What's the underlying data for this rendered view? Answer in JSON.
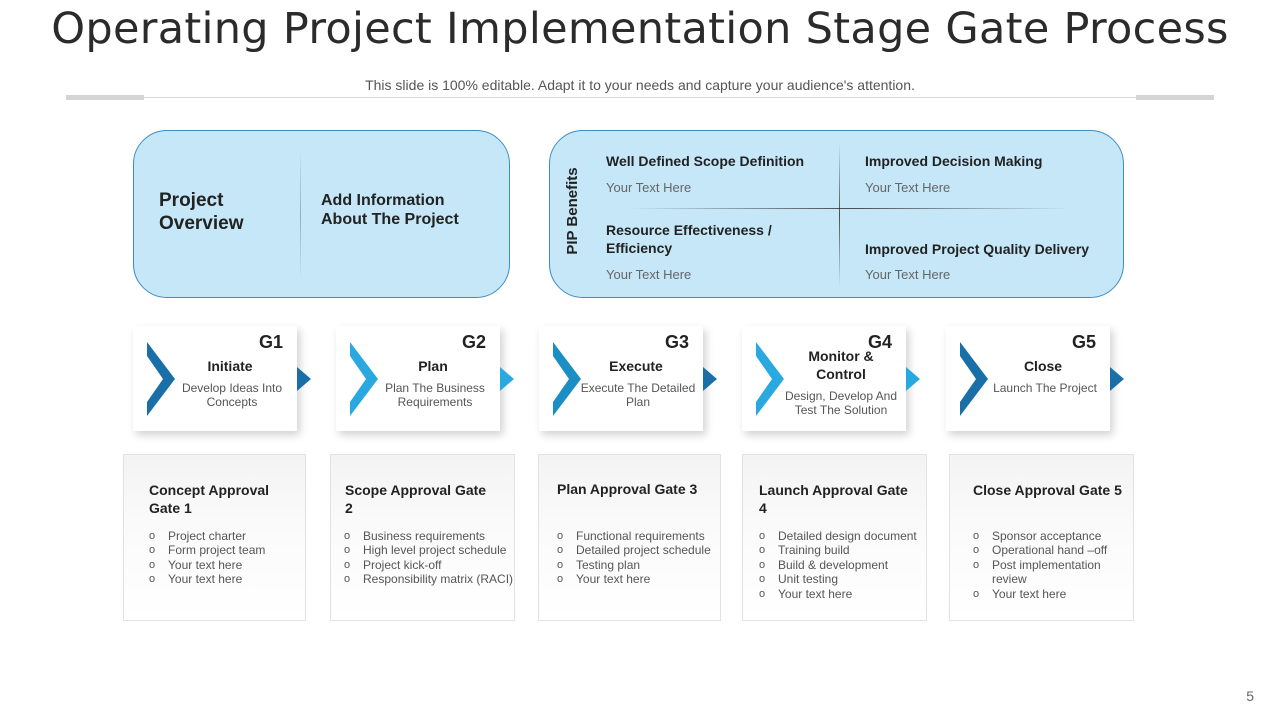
{
  "title": "Operating Project Implementation Stage Gate Process",
  "subtitle": "This slide is 100% editable. Adapt it to your needs and capture your audience's attention.",
  "overview": {
    "heading": "Project Overview",
    "info": "Add Information About The Project"
  },
  "benefits": {
    "label": "PIP Benefits",
    "items": [
      {
        "title": "Well Defined Scope  Definition",
        "text": "Your Text Here"
      },
      {
        "title": "Improved Decision Making",
        "text": "Your Text Here"
      },
      {
        "title": "Resource Effectiveness / Efficiency",
        "text": "Your Text Here"
      },
      {
        "title": "Improved Project Quality Delivery",
        "text": "Your Text Here"
      }
    ]
  },
  "gates": [
    {
      "id": "G1",
      "name": "Initiate",
      "desc": "Develop Ideas Into Concepts"
    },
    {
      "id": "G2",
      "name": "Plan",
      "desc": "Plan The Business Requirements"
    },
    {
      "id": "G3",
      "name": "Execute",
      "desc": "Execute The Detailed Plan"
    },
    {
      "id": "G4",
      "name": "Monitor & Control",
      "desc": "Design, Develop And Test The Solution"
    },
    {
      "id": "G5",
      "name": "Close",
      "desc": "Launch The Project"
    }
  ],
  "approvals": [
    {
      "title": "Concept Approval Gate 1",
      "items": [
        "Project charter",
        "Form project team",
        "Your text here",
        "Your text here"
      ]
    },
    {
      "title": "Scope Approval Gate 2",
      "items": [
        "Business requirements",
        "High level project schedule",
        "Project kick-off",
        "Responsibility matrix (RACI)"
      ]
    },
    {
      "title": "Plan Approval Gate 3",
      "items": [
        "Functional requirements",
        "Detailed project schedule",
        "Testing plan",
        "Your text here"
      ]
    },
    {
      "title": "Launch Approval Gate 4",
      "items": [
        "Detailed design document",
        "Training build",
        "Build & development",
        "Unit testing",
        "Your text here"
      ]
    },
    {
      "title": "Close Approval Gate 5",
      "items": [
        "Sponsor acceptance",
        "Operational hand –off",
        "Post implementation review",
        "Your text here"
      ]
    }
  ],
  "bullet_glyph": "o",
  "page_number": "5",
  "colors": {
    "panel_fill": "#c5e7f8",
    "panel_border": "#3a8fc3",
    "chevron_dark": "#1b6fa8",
    "chevron_light": "#2aa8e0"
  }
}
